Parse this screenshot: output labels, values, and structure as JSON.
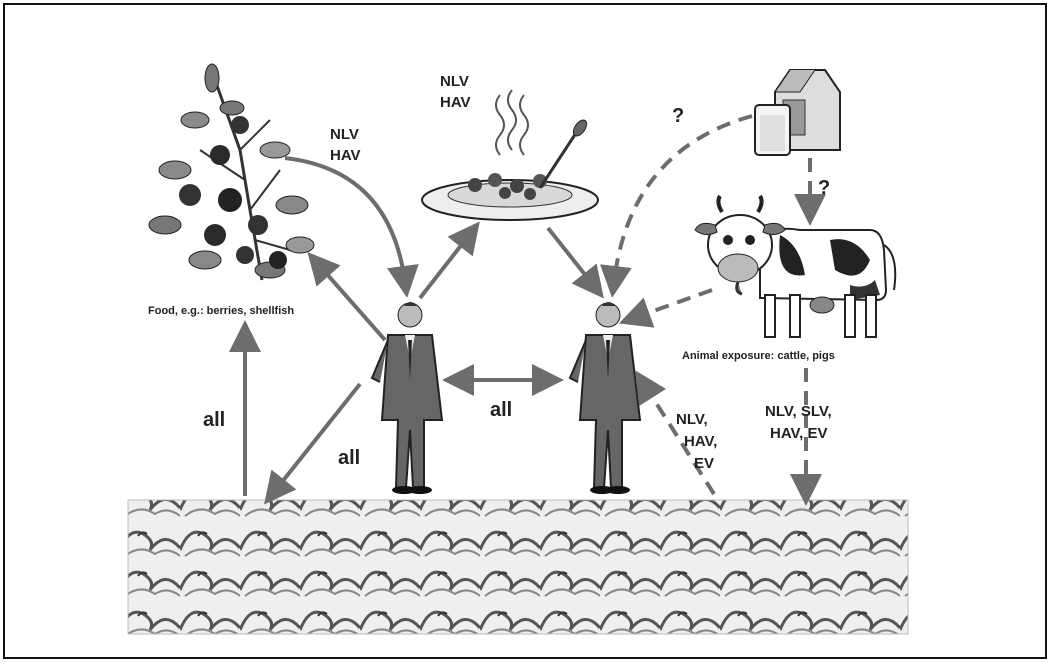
{
  "labels": {
    "food": "Food, e.g.: berries, shellfish",
    "animal": "Animal exposure: cattle, pigs",
    "food_arrow": [
      "NLV",
      "HAV"
    ],
    "plate_top": [
      "NLV",
      "HAV"
    ],
    "all_left": "all",
    "all_diag": "all",
    "all_between": "all",
    "water_to_person": [
      "NLV,",
      "HAV,",
      "EV"
    ],
    "animal_to_water": [
      "NLV, SLV,",
      "HAV, EV"
    ],
    "milk_q1": "?",
    "milk_q2": "?"
  }
}
